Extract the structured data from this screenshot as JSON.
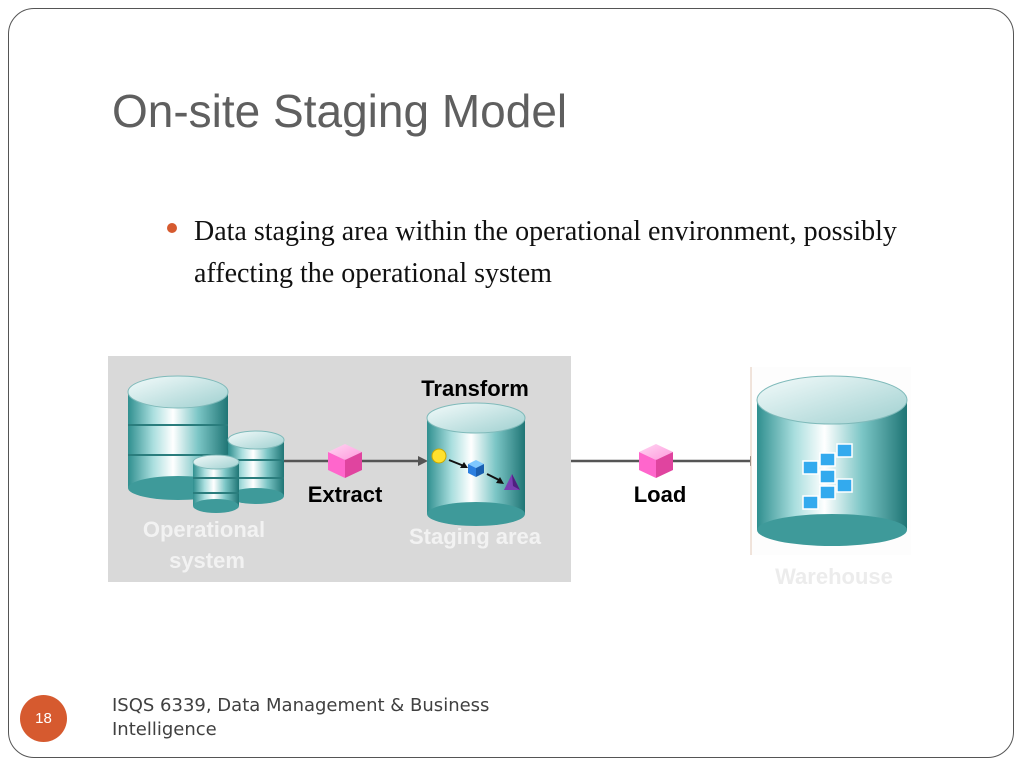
{
  "slide": {
    "title": "On-site Staging Model",
    "bullet": "Data staging area within the operational environment, possibly affecting the operational system",
    "page_number": "18",
    "footer": "ISQS 6339, Data Management & Business Intelligence"
  },
  "diagram": {
    "transform_label": "Transform",
    "extract_label": "Extract",
    "load_label": "Load",
    "operational_line1": "Operational",
    "operational_line2": "system",
    "staging_label": "Staging area",
    "warehouse_label": "Warehouse"
  },
  "colors": {
    "accent": "#d65a2f",
    "title_text": "#5f5f5f",
    "staging_panel": "#d9d9d9",
    "cube_pink": "#ff66cc",
    "warehouse_block": "#33aaee"
  }
}
